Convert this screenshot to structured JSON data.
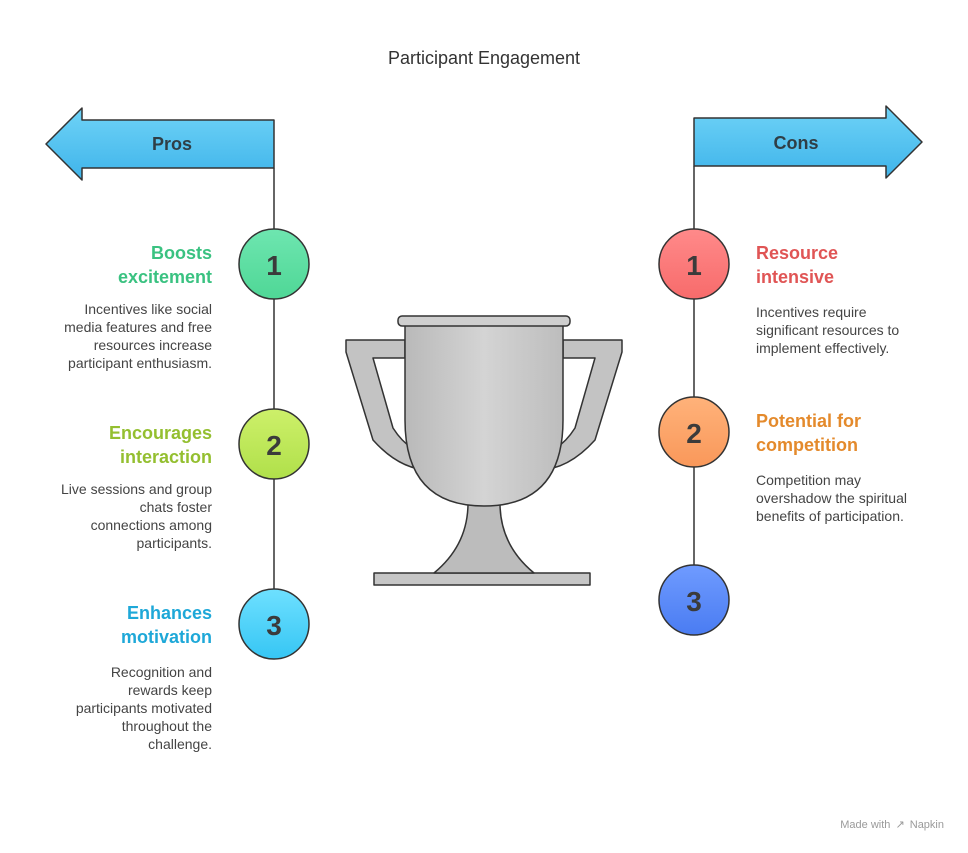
{
  "title": "Participant Engagement",
  "pros": {
    "label": "Pros",
    "items": [
      {
        "number": "1",
        "heading_line1": "Boosts",
        "heading_line2": "excitement",
        "desc": [
          "Incentives like social",
          "media features and free",
          "resources increase",
          "participant enthusiasm."
        ]
      },
      {
        "number": "2",
        "heading_line1": "Encourages",
        "heading_line2": "interaction",
        "desc": [
          "Live sessions and group",
          "chats foster",
          "connections among",
          "participants."
        ]
      },
      {
        "number": "3",
        "heading_line1": "Enhances",
        "heading_line2": "motivation",
        "desc": [
          "Recognition and",
          "rewards keep",
          "participants motivated",
          "throughout the",
          "challenge."
        ]
      }
    ]
  },
  "cons": {
    "label": "Cons",
    "items": [
      {
        "number": "1",
        "heading_line1": "Resource",
        "heading_line2": "intensive",
        "desc": [
          "Incentives require",
          "significant resources to",
          "implement effectively."
        ]
      },
      {
        "number": "2",
        "heading_line1": "Potential for",
        "heading_line2": "competition",
        "desc": [
          "Competition may",
          "overshadow the spiritual",
          "benefits of participation."
        ]
      },
      {
        "number": "3"
      }
    ]
  },
  "colors": {
    "arrow_fill": "#5cc8f2",
    "pros_1": "#3ac281",
    "pros_2": "#94bf30",
    "pros_3": "#1ea8d8",
    "cons_1": "#e05555",
    "cons_2": "#e48a2c"
  },
  "footer": {
    "made_with": "Made with",
    "brand": "Napkin"
  }
}
